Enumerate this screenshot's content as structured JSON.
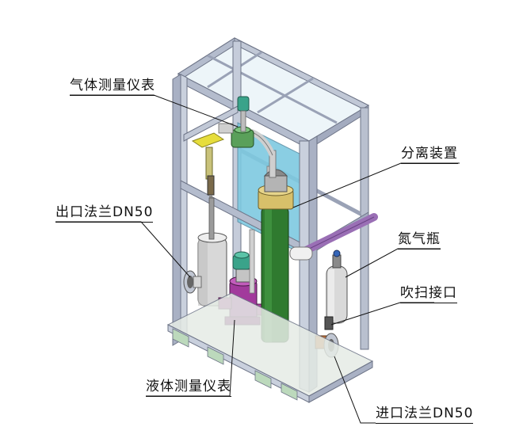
{
  "labels": {
    "gas_meter": "气体测量仪表",
    "separator": "分离装置",
    "outlet_flange": "出口法兰DN50",
    "nitrogen_bottle": "氮气瓶",
    "purge_port": "吹扫接口",
    "liquid_meter": "液体测量仪表",
    "inlet_flange": "进口法兰DN50"
  },
  "colors": {
    "frame": "#b4bccd",
    "frame_dark": "#7e879c",
    "separator_body": "#2f7a2f",
    "separator_head": "#d7c06a",
    "liquid_meter": "#a23a9c",
    "gas_meter": "#5aa05a",
    "nitrogen_line": "#9a6fb5",
    "back_panel": "#7ec9e0",
    "yellow_bracket": "#e6dd3c",
    "flange_copper": "#c8743a"
  }
}
